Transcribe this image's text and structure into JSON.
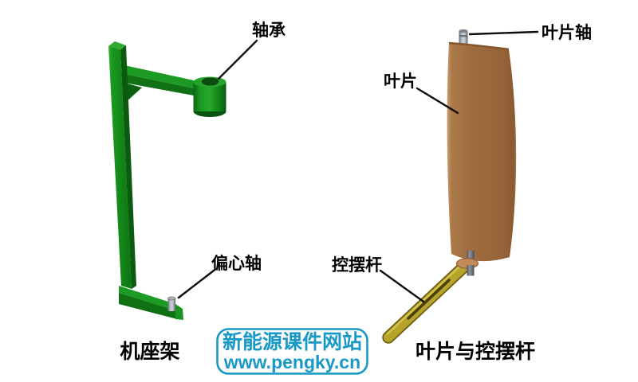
{
  "diagram": {
    "title_context": "blade and frame parts illustration",
    "background": "#ffffff",
    "annotations": {
      "bearing": "轴承",
      "blade_shaft": "叶片轴",
      "blade": "叶片",
      "control_rod": "控摆杆",
      "eccentric_shaft": "偏心轴"
    },
    "captions": {
      "left_assembly": "机座架",
      "right_assembly": "叶片与控摆杆"
    },
    "watermark": {
      "line1": "新能源课件网站",
      "line2": "www.pengky.cn",
      "color": "#1898c5"
    },
    "colors": {
      "frame_green": "#128317",
      "frame_green_dark": "#0a5a0f",
      "frame_green_light": "#2aa62f",
      "blade_brown": "#9c6a3d",
      "blade_highlight": "#c79a6c",
      "rod_brass": "#b5a42c",
      "rod_outline": "#6e5d10",
      "copper": "#c48a58",
      "metal_gray": "#9aa1a8",
      "label_color": "#000000"
    }
  }
}
